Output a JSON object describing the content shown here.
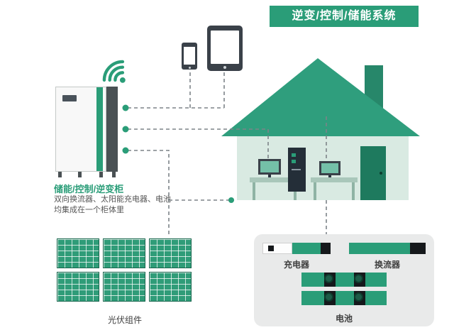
{
  "banner": {
    "title": "逆变/控制/储能系统"
  },
  "cabinet": {
    "title": "储能/控制/逆变柜",
    "desc_line1": "双向换流器、太阳能充电器、电池",
    "desc_line2": "均集成在一个柜体里",
    "icon": "wifi-icon"
  },
  "devices": {
    "tablet_icon": "tablet-icon",
    "phone_icon": "smartphone-icon"
  },
  "house": {
    "icon": "house-icon",
    "interior": [
      "workstation-monitor",
      "server-rack",
      "workstation-monitor"
    ]
  },
  "pv_array": {
    "label": "光伏组件",
    "rows": 2,
    "cols": 3
  },
  "equipment": {
    "charger_label": "充电器",
    "converter_label": "换流器",
    "battery_label": "电池",
    "battery_modules": 2
  },
  "colors": {
    "green": "#2a9d78",
    "roof_green": "#2f9e7d",
    "house_body": "#d9eae2",
    "door_green": "#1e7a5e",
    "device_dark": "#3a4149",
    "panel_green": "#2f9c78",
    "line_gray": "#7d8488",
    "box_gray": "#e9eaea",
    "text_dark": "#3f3f3f"
  }
}
